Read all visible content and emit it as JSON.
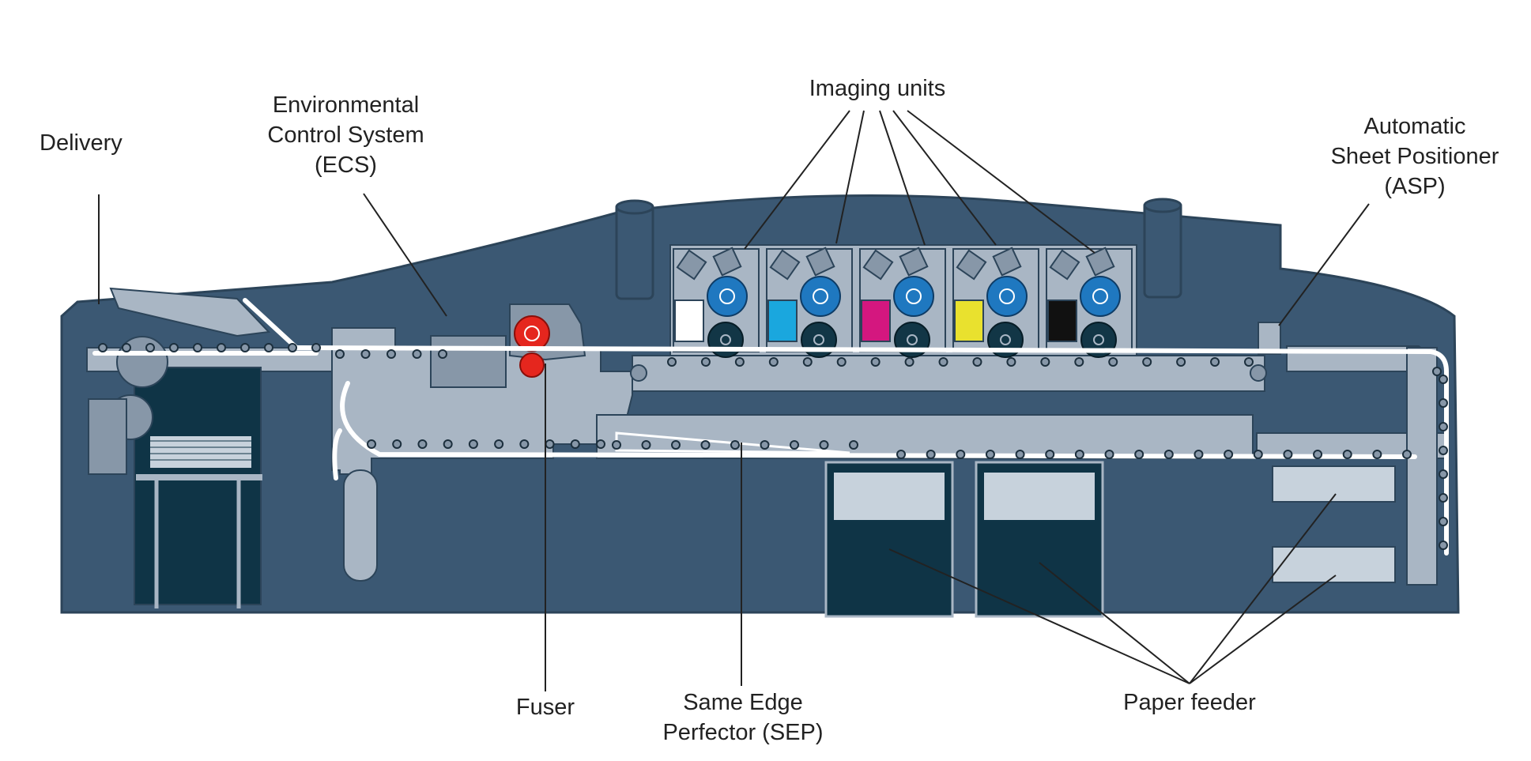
{
  "labels": {
    "delivery": "Delivery",
    "ecs": [
      "Environmental",
      "Control System",
      "(ECS)"
    ],
    "imaging": "Imaging units",
    "asp": [
      "Automatic",
      "Sheet Positioner",
      "(ASP)"
    ],
    "fuser": "Fuser",
    "sep": [
      "Same Edge",
      "Perfector (SEP)"
    ],
    "feeder": "Paper feeder"
  },
  "colors": {
    "body": "#3b5873",
    "body_edge": "#2c4459",
    "panel": "#a9b6c4",
    "panel_dark": "#8797a8",
    "tray": "#0f3446",
    "roller_blue": "#1f78c0",
    "roller_dark": "#123646",
    "fuser_red": "#e5261e",
    "toner": [
      "#ffffff",
      "#1aa7de",
      "#d4177f",
      "#e9e12e",
      "#111111"
    ],
    "path": "#ffffff"
  }
}
